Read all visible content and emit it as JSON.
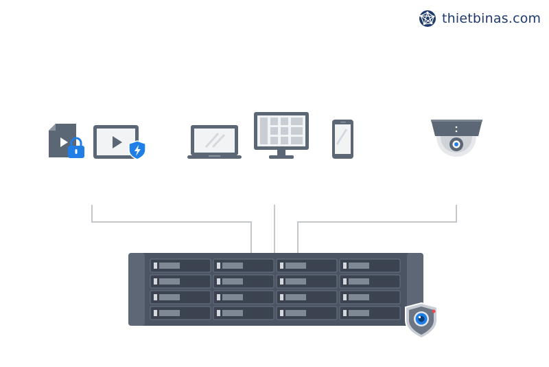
{
  "brand": {
    "name": "thietbinas.com",
    "color": "#1e3a6b",
    "icon": "globe-icon"
  },
  "devices": [
    {
      "id": "protected-video-file",
      "icon": "video-file-lock-icon"
    },
    {
      "id": "video-player-secure",
      "icon": "video-player-shield-icon"
    },
    {
      "id": "laptop",
      "icon": "laptop-icon"
    },
    {
      "id": "desktop-monitor",
      "icon": "monitor-icon"
    },
    {
      "id": "smartphone",
      "icon": "smartphone-icon"
    },
    {
      "id": "security-camera",
      "icon": "dome-camera-icon"
    }
  ],
  "nas": {
    "icon": "rackmount-nas-icon",
    "bays": 16,
    "badge_icon": "surveillance-camera-shield-icon"
  },
  "colors": {
    "device_gray": "#5c6775",
    "line_gray": "#c3c7cc",
    "accent_blue": "#1f7fe6",
    "nas_body": "#4a5462",
    "nas_drive": "#3b4350"
  }
}
